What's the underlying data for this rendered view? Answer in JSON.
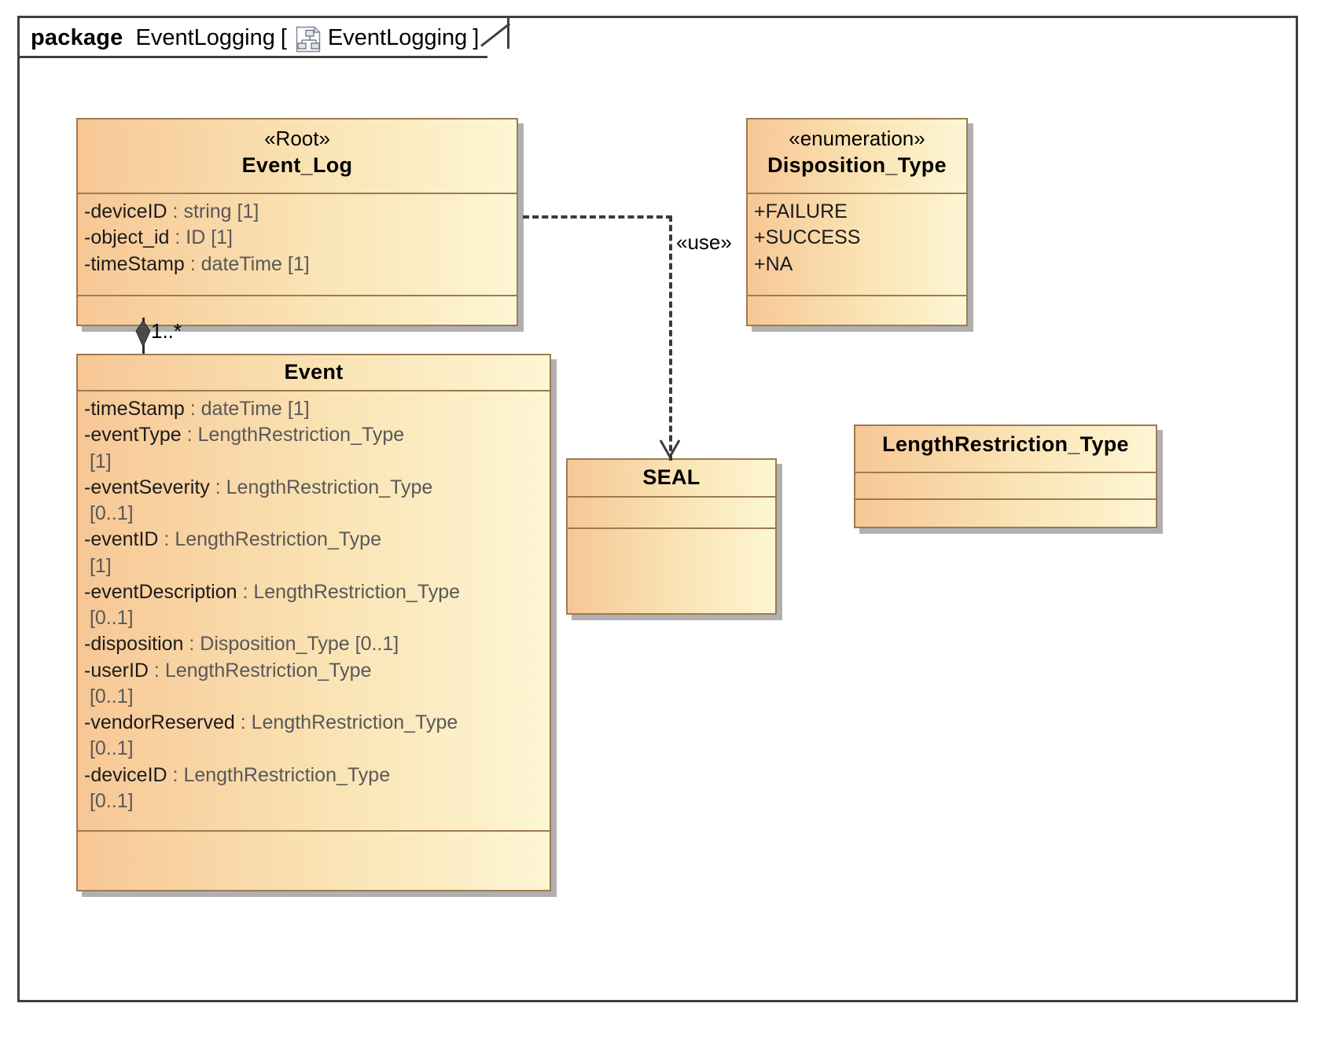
{
  "package": {
    "keyword": "package",
    "name": "EventLogging",
    "bracket_open": "[",
    "bracket_close": "]",
    "diagram_name": "EventLogging",
    "icon": "diagram-icon"
  },
  "colors": {
    "frame_border": "#3f3f3f",
    "class_border": "#9c7b51",
    "fill_left": "#f7c795",
    "fill_right": "#fdf6d4",
    "shadow": "#969696",
    "attr_name": "#1b1b1b",
    "attr_type": "#585858",
    "connector": "#2b2b2b"
  },
  "classes": {
    "event_log": {
      "stereotype": "«Root»",
      "name": "Event_Log",
      "attributes": [
        {
          "name": "-deviceID",
          "sep": " : ",
          "type": "string",
          "mult": " [1]"
        },
        {
          "name": "-object_id",
          "sep": " : ",
          "type": "ID",
          "mult": " [1]"
        },
        {
          "name": "-timeStamp",
          "sep": " : ",
          "type": "dateTime",
          "mult": " [1]"
        }
      ],
      "operations": []
    },
    "disposition_type": {
      "stereotype": "«enumeration»",
      "name": "Disposition_Type",
      "literals": [
        "+FAILURE",
        "+SUCCESS",
        "+NA"
      ],
      "operations": []
    },
    "event": {
      "stereotype": "",
      "name": "Event",
      "attributes": [
        {
          "name": "-timeStamp",
          "sep": " : ",
          "type": "dateTime",
          "mult": " [1]"
        },
        {
          "name": "-eventType",
          "sep": " : ",
          "type": "LengthRestriction_Type",
          "mult": "\n [1]"
        },
        {
          "name": "-eventSeverity",
          "sep": " : ",
          "type": "LengthRestriction_Type",
          "mult": "\n [0..1]"
        },
        {
          "name": "-eventID",
          "sep": " : ",
          "type": "LengthRestriction_Type",
          "mult": "\n [1]"
        },
        {
          "name": "-eventDescription",
          "sep": " : ",
          "type": "LengthRestriction_Type",
          "mult": "\n [0..1]"
        },
        {
          "name": "-disposition",
          "sep": " : ",
          "type": "Disposition_Type",
          "mult": " [0..1]"
        },
        {
          "name": "-userID",
          "sep": " : ",
          "type": "LengthRestriction_Type",
          "mult": "\n [0..1]"
        },
        {
          "name": "-vendorReserved",
          "sep": " : ",
          "type": "LengthRestriction_Type",
          "mult": "\n [0..1]"
        },
        {
          "name": "-deviceID",
          "sep": " : ",
          "type": "LengthRestriction_Type",
          "mult": "\n [0..1]"
        }
      ],
      "operations": []
    },
    "seal": {
      "stereotype": "",
      "name": "SEAL",
      "attributes": [],
      "operations": []
    },
    "length_restriction_type": {
      "stereotype": "",
      "name": "LengthRestriction_Type",
      "attributes": [],
      "operations": []
    }
  },
  "connectors": {
    "composition": {
      "kind": "composition",
      "source": "Event_Log",
      "target": "Event",
      "multiplicity": "1..*"
    },
    "use_dependency": {
      "kind": "dependency",
      "stereotype": "«use»",
      "source": "Event_Log",
      "target": "SEAL"
    }
  }
}
